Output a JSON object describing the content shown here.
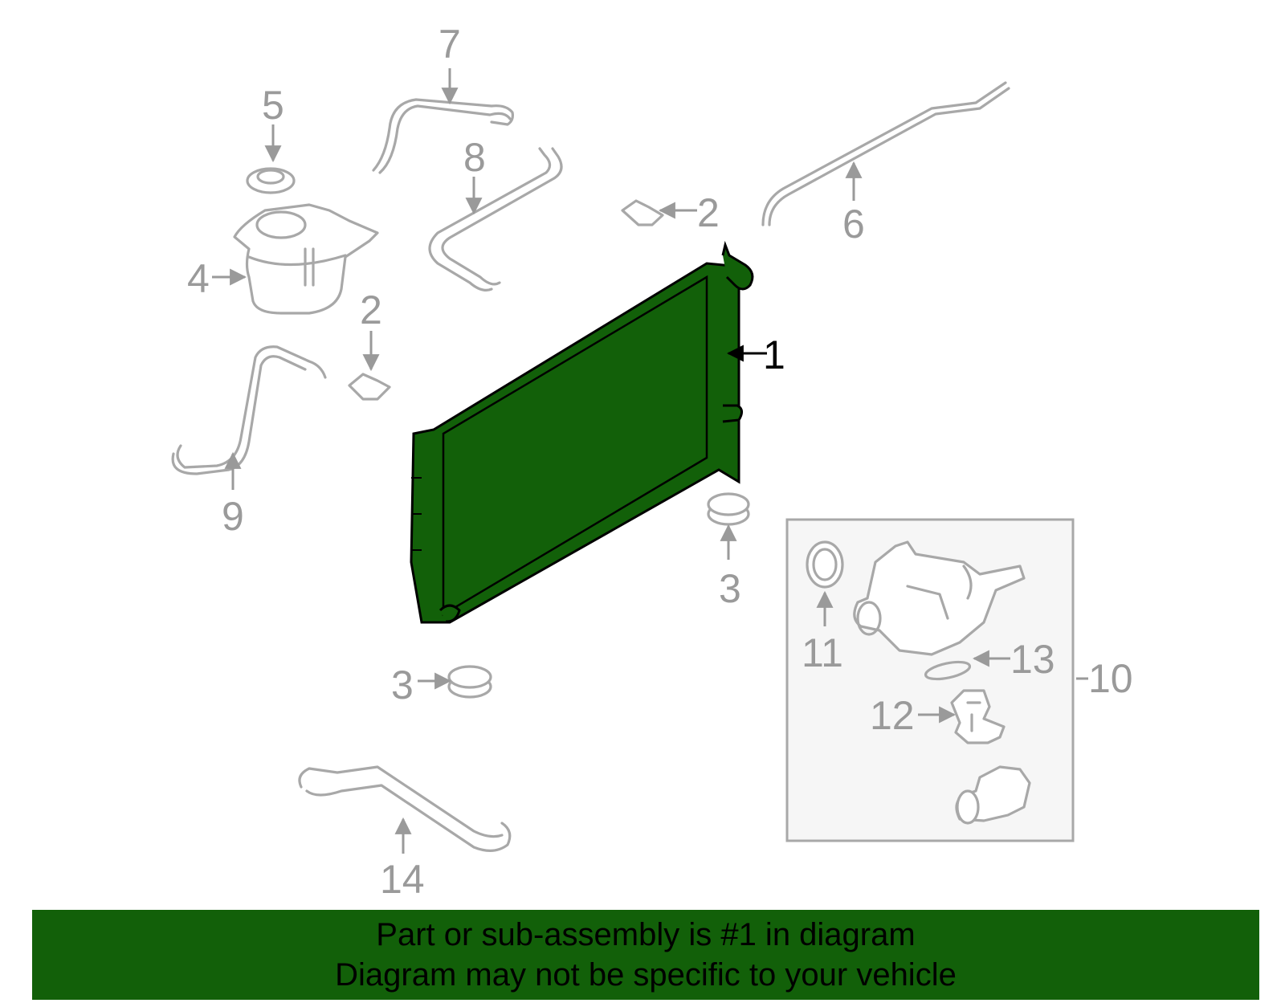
{
  "colors": {
    "highlight": "#126009",
    "parts": "#a8a8a8",
    "box_fill": "#f6f6f6"
  },
  "callouts": {
    "c1": "1",
    "c2a": "2",
    "c2b": "2",
    "c3a": "3",
    "c3b": "3",
    "c4": "4",
    "c5": "5",
    "c6": "6",
    "c7": "7",
    "c8": "8",
    "c9": "9",
    "c10": "10",
    "c11": "11",
    "c12": "12",
    "c13": "13",
    "c14": "14"
  },
  "banner": {
    "line1": "Part or sub-assembly is #1 in diagram",
    "line2": "Diagram may not be specific to your vehicle"
  }
}
